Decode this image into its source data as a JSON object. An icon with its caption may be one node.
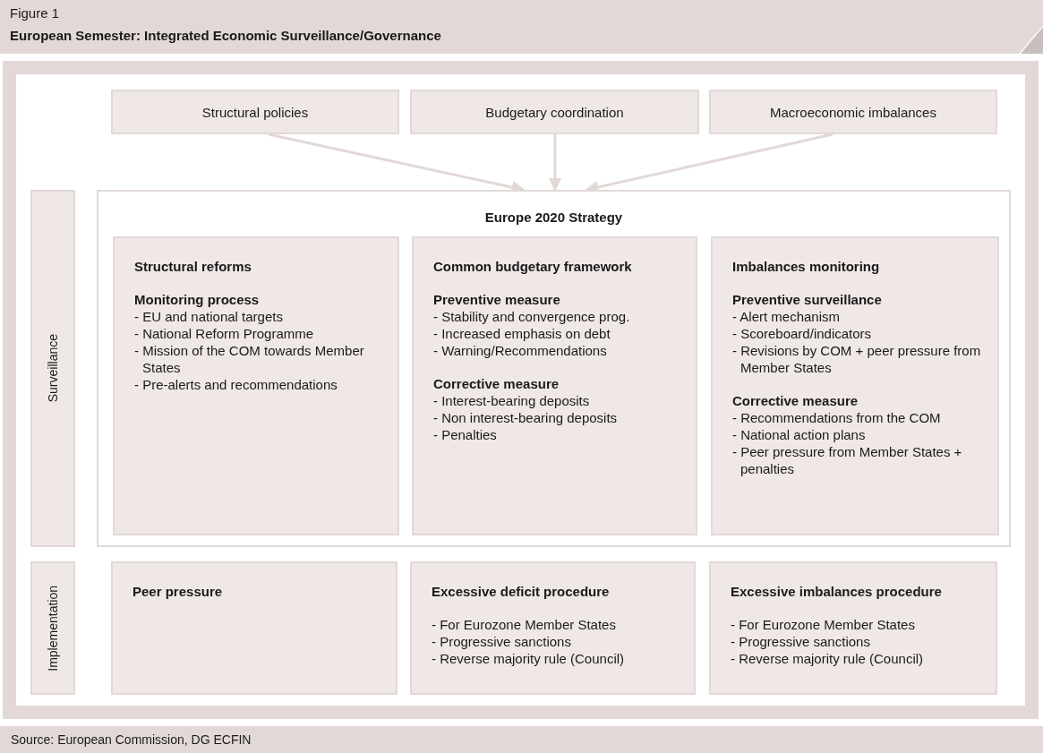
{
  "diagram": {
    "title": "European Semester: Integrated Economic Surveillance/Governance",
    "caption": "Source: European Commission, DG ECFIN",
    "labels": [
      "Figure 1"
    ],
    "nodes": [
      {
        "text": [
          "Structural policies"
        ]
      },
      {
        "text": [
          "Budgetary coordination"
        ]
      },
      {
        "text": [
          "Macroeconomic imbalances"
        ]
      },
      {
        "text": [
          "Surveillance"
        ]
      },
      {
        "text": [
          "Europe 2020 Strategy"
        ]
      },
      {
        "text": [
          "Structural reforms",
          "Monitoring process",
          "- EU and national targets",
          "- National Reform Programme",
          "- Mission of the COM towards Member States",
          "- Pre-alerts and recommendations"
        ],
        "in": 4
      },
      {
        "text": [
          "Common budgetary framework",
          "Preventive measure",
          "- Stability and convergence prog.",
          "- Increased emphasis on debt",
          "- Warning/Recommendations",
          "Corrective measure",
          "- Interest-bearing deposits",
          "- Non interest-bearing deposits",
          "- Penalties"
        ],
        "in": 4
      },
      {
        "text": [
          "Imbalances monitoring",
          "Preventive surveillance",
          "- Alert mechanism",
          "- Scoreboard/indicators",
          "- Revisions by COM + peer pressure from Member States",
          "Corrective measure",
          "- Recommendations from the COM",
          "- National action plans",
          "- Peer pressure from Member States + penalties"
        ],
        "in": 4
      },
      {
        "text": [
          "Implementation"
        ]
      },
      {
        "text": [
          "Peer pressure"
        ]
      },
      {
        "text": [
          "Excessive deficit procedure",
          "- For Eurozone Member States",
          "- Progressive sanctions",
          "- Reverse majority rule (Council)"
        ]
      },
      {
        "text": [
          "Excessive imbalances procedure",
          "- For Eurozone Member States",
          "- Progressive sanctions",
          "- Reverse majority rule (Council)"
        ]
      }
    ],
    "edges": [
      {
        "from": 0,
        "to": 4,
        "arrow": "to"
      },
      {
        "from": 1,
        "to": 4,
        "arrow": "to"
      },
      {
        "from": 2,
        "to": 4,
        "arrow": "to"
      }
    ]
  }
}
